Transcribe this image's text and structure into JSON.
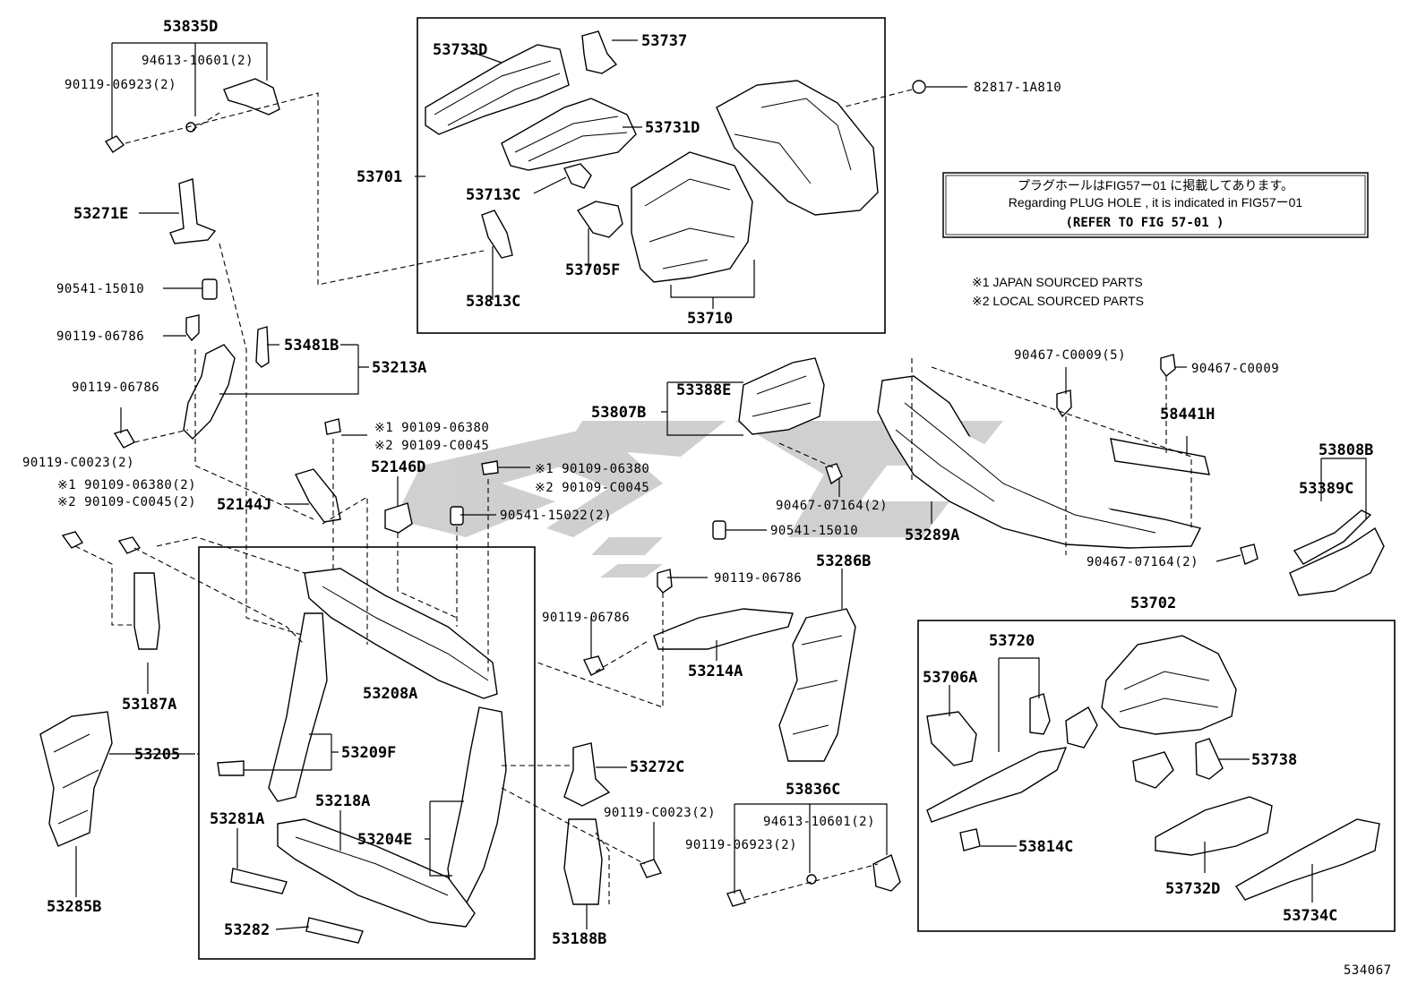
{
  "diagram": {
    "figure_number": "534067",
    "watermark": "GSC",
    "note": {
      "line1": "プラグホールはFIG57ー01 に掲載してあります。",
      "line2": "Regarding PLUG HOLE , it is indicated in FIG57ー01",
      "line3": "(REFER TO FIG 57-01 )"
    },
    "legend": {
      "item1": "※1  JAPAN SOURCED PARTS",
      "item2": "※2  LOCAL SOURCED PARTS"
    },
    "labels": {
      "p53835D": "53835D",
      "p94613_10601_2_a": "94613-10601(2)",
      "p90119_06923_2_a": "90119-06923(2)",
      "p53733D": "53733D",
      "p53737": "53737",
      "p53731D": "53731D",
      "p53701": "53701",
      "p53713C": "53713C",
      "p53705F": "53705F",
      "p53813C": "53813C",
      "p53710": "53710",
      "p82817_1A810": "82817-1A810",
      "p53271E": "53271E",
      "p90541_15010_a": "90541-15010",
      "p90119_06786_a": "90119-06786",
      "p53481B": "53481B",
      "p53213A": "53213A",
      "p90119_06786_b": "90119-06786",
      "p90119_C0023_2_a": "90119-C0023(2)",
      "p90109_06380_a": "※1 90109-06380",
      "p90109_C0045_a": "※2 90109-C0045",
      "p52146D": "52146D",
      "p90109_06380_b": "※1 90109-06380",
      "p90109_C0045_b": "※2 90109-C0045",
      "p90109_06380_2": "※1 90109-06380(2)",
      "p90109_C0045_2": "※2 90109-C0045(2)",
      "p52144J": "52144J",
      "p90541_15022_2": "90541-15022(2)",
      "p53388E": "53388E",
      "p53807B": "53807B",
      "p90467_C0009_5": "90467-C0009(5)",
      "p90467_C0009": "90467-C0009",
      "p58441H": "58441H",
      "p90467_07164_2_a": "90467-07164(2)",
      "p53289A": "53289A",
      "p53808B": "53808B",
      "p53389C": "53389C",
      "p90541_15010_b": "90541-15010",
      "p90467_07164_2_b": "90467-07164(2)",
      "p53286B": "53286B",
      "p90119_06786_c": "90119-06786",
      "p90119_06786_d": "90119-06786",
      "p53214A": "53214A",
      "p53702": "53702",
      "p53720": "53720",
      "p53706A": "53706A",
      "p53187A": "53187A",
      "p53208A": "53208A",
      "p53205": "53205",
      "p53209F": "53209F",
      "p53272C": "53272C",
      "p53738": "53738",
      "p53836C": "53836C",
      "p53218A": "53218A",
      "p53281A": "53281A",
      "p53204E": "53204E",
      "p90119_C0023_2_b": "90119-C0023(2)",
      "p94613_10601_2_b": "94613-10601(2)",
      "p90119_06923_2_b": "90119-06923(2)",
      "p53814C": "53814C",
      "p53285B": "53285B",
      "p53282": "53282",
      "p53188B": "53188B",
      "p53732D": "53732D",
      "p53734C": "53734C"
    }
  }
}
